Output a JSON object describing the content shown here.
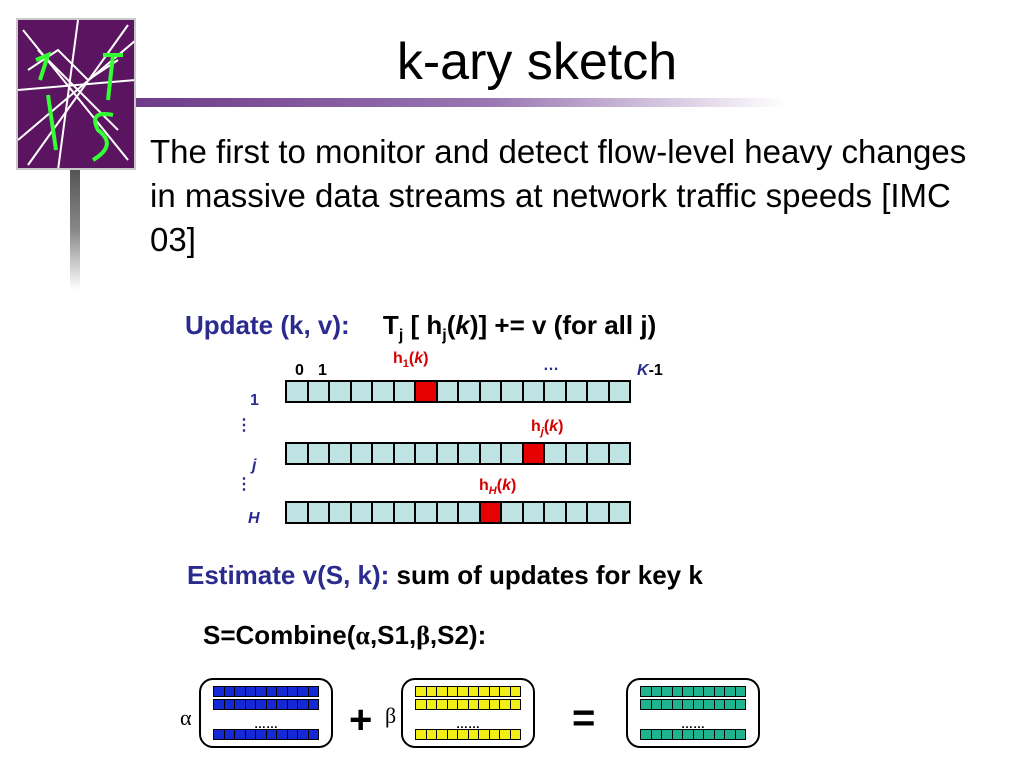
{
  "slide": {
    "title": "k-ary sketch",
    "bullet": "The first to monitor and detect flow-level heavy changes in massive data streams at network traffic speeds [IMC 03]"
  },
  "update": {
    "label": "Update  (k, v):",
    "T": "T",
    "j": "j",
    "open": "[ h",
    "paren_open": "(",
    "k": "k",
    "paren_close": ")]",
    "tail": " += v   (for all j)"
  },
  "matrix": {
    "col0": "0",
    "col1": "1",
    "col_dots": "…",
    "col_last_k": "K",
    "col_last_rest": "-1",
    "row1": "1",
    "rowj": "j",
    "rowH": "H",
    "vdots": "⋮",
    "h": "h",
    "sub1": "1",
    "subj": "j",
    "subH": "H",
    "paren_open": "(",
    "k": "k",
    "paren_close": ")",
    "cells_per_row": 16,
    "hot_cells": [
      6,
      11,
      9
    ]
  },
  "estimate": {
    "label": "Estimate v(S, k):",
    "text": " sum of updates for key k"
  },
  "combine": {
    "part1": "S=Combine(",
    "alpha": "α",
    "part2": ",S1,",
    "beta": "β",
    "part3": ",S2)",
    "colon": ":"
  },
  "equation": {
    "alpha": "α",
    "plus": "+",
    "beta": "β",
    "equals": "=",
    "dots": "……"
  },
  "colors": {
    "blue_sketch": "#1528d6",
    "yellow_sketch": "#f2ee18",
    "green_sketch": "#1fb38f",
    "hot": "#e60000",
    "cell": "#bfe2e2",
    "accent_blue": "#2b2b8f"
  }
}
